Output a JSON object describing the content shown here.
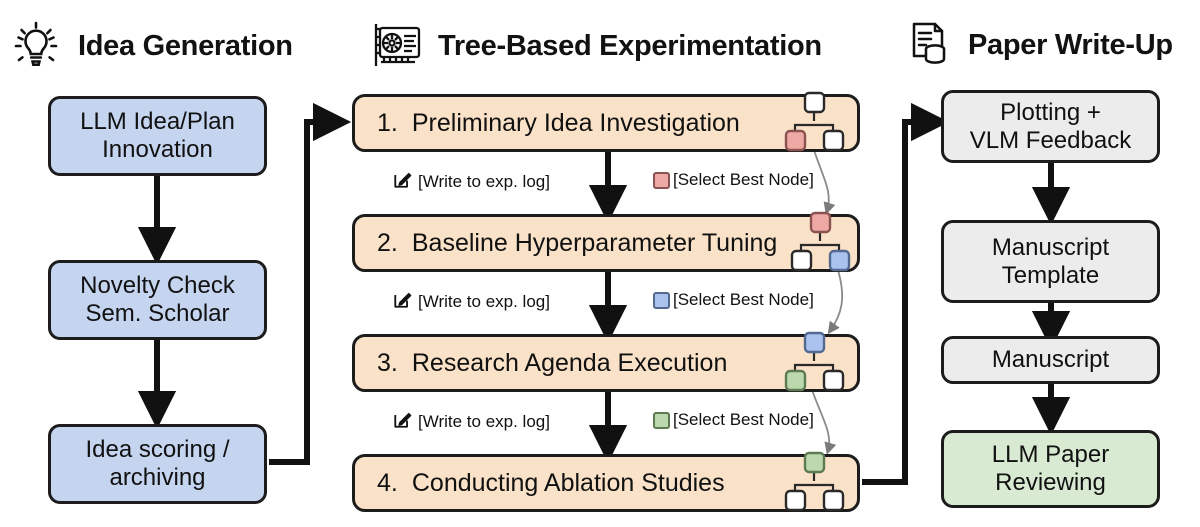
{
  "columns": [
    {
      "id": "idea-generation",
      "title": "Idea Generation",
      "icon": "lightbulb-icon"
    },
    {
      "id": "tree-based-experimentation",
      "title": "Tree-Based Experimentation",
      "icon": "gpu-card-icon"
    },
    {
      "id": "paper-write-up",
      "title": "Paper Write-Up",
      "icon": "document-database-icon"
    }
  ],
  "idea_generation": {
    "boxes": [
      {
        "id": "llm-idea-plan",
        "line1": "LLM Idea/Plan",
        "line2": "Innovation",
        "color": "#c5d4ef"
      },
      {
        "id": "novelty-check",
        "line1": "Novelty Check",
        "line2": "Sem. Scholar",
        "color": "#c5d4ef"
      },
      {
        "id": "idea-scoring",
        "line1": "Idea scoring /",
        "line2": "archiving",
        "color": "#c5d4ef"
      }
    ]
  },
  "experimentation": {
    "steps": [
      {
        "id": "step-1",
        "num": "1.",
        "text": "Preliminary Idea Investigation",
        "tree": {
          "root": "white",
          "left": "red",
          "right": "white"
        }
      },
      {
        "id": "step-2",
        "num": "2.",
        "text": "Baseline Hyperparameter Tuning",
        "tree": {
          "root": "red",
          "left": "white",
          "right": "blue"
        }
      },
      {
        "id": "step-3",
        "num": "3.",
        "text": "Research Agenda Execution",
        "tree": {
          "root": "blue",
          "left": "green",
          "right": "white"
        }
      },
      {
        "id": "step-4",
        "num": "4.",
        "text": "Conducting Ablation Studies",
        "tree": {
          "root": "green",
          "left": "white",
          "right": "white"
        }
      }
    ],
    "annotations": [
      {
        "id": "annot-1",
        "write_icon": "pencil-square-icon",
        "write_label": "[Write to exp. log]",
        "select_label": "[Select Best Node]",
        "select_color": "red"
      },
      {
        "id": "annot-2",
        "write_icon": "pencil-square-icon",
        "write_label": "[Write to exp. log]",
        "select_label": "[Select Best Node]",
        "select_color": "blue"
      },
      {
        "id": "annot-3",
        "write_icon": "pencil-square-icon",
        "write_label": "[Write to exp. log]",
        "select_label": "[Select Best Node]",
        "select_color": "green"
      }
    ],
    "box_color": "#fae2c8"
  },
  "write_up": {
    "boxes": [
      {
        "id": "plotting-vlm",
        "line1": "Plotting +",
        "line2": "VLM Feedback",
        "color": "#ececec"
      },
      {
        "id": "manuscript-template",
        "line1": "Manuscript",
        "line2": "Template",
        "color": "#ececec"
      },
      {
        "id": "manuscript",
        "line1": "Manuscript",
        "line2": "",
        "color": "#ececec"
      },
      {
        "id": "llm-paper-reviewing",
        "line1": "LLM Paper",
        "line2": "Reviewing",
        "color": "#d9ead3"
      }
    ]
  },
  "palette": {
    "blue": "#c5d4ef",
    "gray": "#ececec",
    "green": "#d9ead3",
    "orange": "#fae2c8",
    "node_red": "#efa9a4",
    "node_blue": "#a9c3ee",
    "node_green": "#bcd9ae",
    "outline": "#1c1c1c",
    "background": "#ffffff"
  }
}
